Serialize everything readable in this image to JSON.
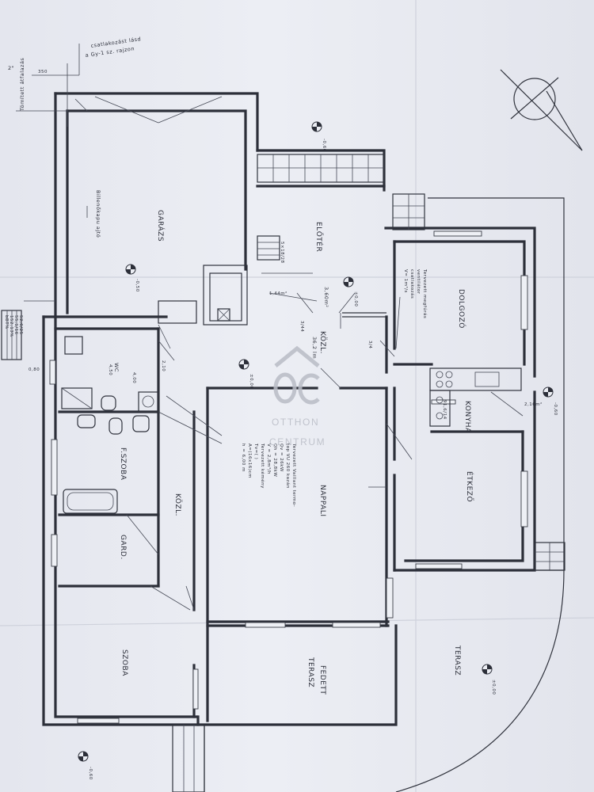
{
  "annotations": {
    "top_note_line1": "csatlakozást lásd",
    "top_note_line2": "a Gy-1 sz. rajzon",
    "left_note": "Tömített átfalazás",
    "left_num": "2\"",
    "dim_350": "350",
    "door_note": "Billenőkapu ajtó"
  },
  "rooms": {
    "garage": "GARÁZS",
    "hallway": "ELŐTÉR",
    "hall_area": "3,60m²",
    "corridor": "KÖZL.",
    "corridor_area": "36,2 lm",
    "study": "DOLGOZÓ",
    "kitchen": "KONYHA",
    "dining": "ÉTKEZŐ",
    "living": "NAPPALI",
    "bathroom": "F.SZOBA",
    "wc": "WC",
    "corridor2": "KÖZL.",
    "wardrobe": "GARD.",
    "bedroom": "SZOBA",
    "covered_terrace_1": "FEDETT",
    "covered_terrace_2": "TERASZ",
    "terrace": "TERASZ"
  },
  "heating_note": [
    "Tervezett Vaillant termo-",
    "top VU 260 kazán",
    "Qv = 26kW",
    "Qh = 28,8kW",
    "V = 2,8m³/h",
    "Tervezett kémény",
    "Tv=( )",
    "A=(16x16)cm",
    "h = 6,00 m"
  ],
  "study_note": [
    "Tervezett megfúrás",
    "ventilátor",
    "csatlakozás",
    "V= 1m³/s"
  ],
  "levels": {
    "l1": "-0,60",
    "l2": "-0,50",
    "l3": "±0,00",
    "l4": "±0,00",
    "l5": "-0,60",
    "l6": "±0,00",
    "l7": "-0,60"
  },
  "dimensions": {
    "d_3_44": "3/44",
    "d_3_4": "3/4",
    "d_450": "4,50",
    "d_400": "4,00",
    "d_210": "2,10",
    "d_216": "2,16m²",
    "d_080": "0,80",
    "d_144": "1,44m²",
    "d_stair": "5×18/28",
    "d_kitchen": "91,6/14"
  },
  "left_table": [
    "bBT%",
    "152,13%",
    "55,1/16",
    "52,6/25"
  ],
  "watermark": {
    "logo": "OC",
    "line1": "OTTHON",
    "line2": "CENTRUM"
  }
}
